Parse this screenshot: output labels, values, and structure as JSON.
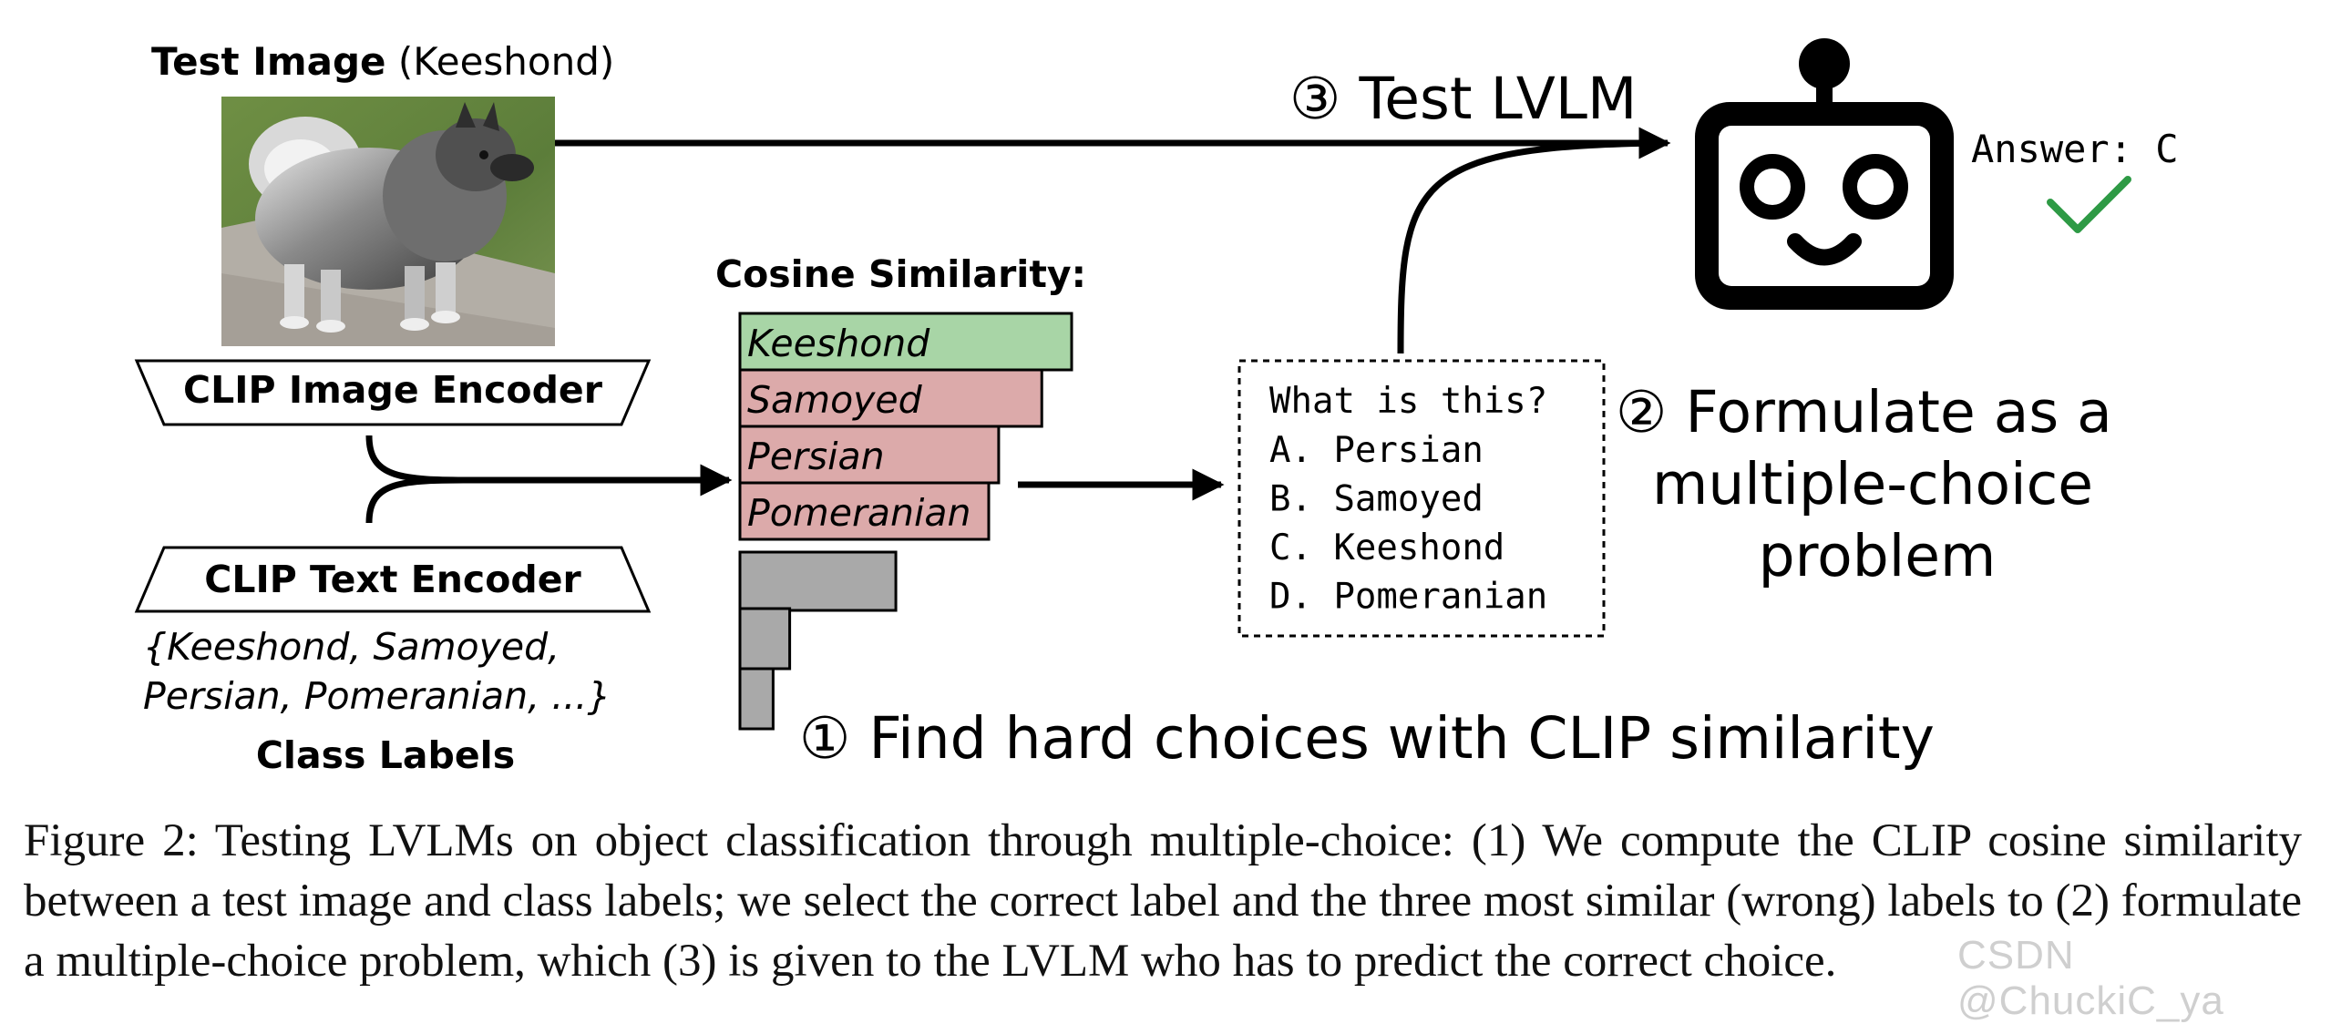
{
  "test_image": {
    "title_bold": "Test Image",
    "title_normal": " (Keeshond)",
    "photo": "keeshond-dog-photo"
  },
  "encoders": {
    "image": "CLIP Image Encoder",
    "text": "CLIP Text Encoder"
  },
  "class_labels": {
    "line1": "{Keeshond, Samoyed,",
    "line2": "Persian, Pomeranian, ...}",
    "title": "Class Labels"
  },
  "similarity": {
    "title": "Cosine Similarity:",
    "bars": [
      {
        "label": "Keeshond",
        "rel": 1.0,
        "state": "correct"
      },
      {
        "label": "Samoyed",
        "rel": 0.91,
        "state": "wrong"
      },
      {
        "label": "Persian",
        "rel": 0.78,
        "state": "wrong"
      },
      {
        "label": "Pomeranian",
        "rel": 0.75,
        "state": "wrong"
      },
      {
        "label": "",
        "rel": 0.47,
        "state": "other"
      },
      {
        "label": "",
        "rel": 0.15,
        "state": "other"
      },
      {
        "label": "",
        "rel": 0.1,
        "state": "other"
      }
    ]
  },
  "question": {
    "prompt": "What is this?",
    "options": [
      "A. Persian",
      "B. Samoyed",
      "C. Keeshond",
      "D. Pomeranian"
    ]
  },
  "steps": {
    "step1": "① Find hard choices with CLIP similarity",
    "step2_line1": "② Formulate as a",
    "step2_line2": "multiple-choice",
    "step2_line3": "problem",
    "step3": "③ Test LVLM"
  },
  "lvlm": {
    "answer": "Answer: C",
    "check_icon": "check-icon",
    "robot_icon": "robot-icon"
  },
  "colors": {
    "correct": "#a8d5a6",
    "wrong": "#dcaaaa",
    "other": "#a9a9a9",
    "check": "#2e9a45"
  },
  "caption": "Figure 2: Testing LVLMs on object classification through multiple-choice: (1) We compute the CLIP cosine similarity between a test image and class labels; we select the correct label and the three most similar (wrong) labels to (2) formulate a multiple-choice problem, which (3) is given to the LVLM who has to predict the correct choice.",
  "watermark": "CSDN @ChuckiC_ya"
}
